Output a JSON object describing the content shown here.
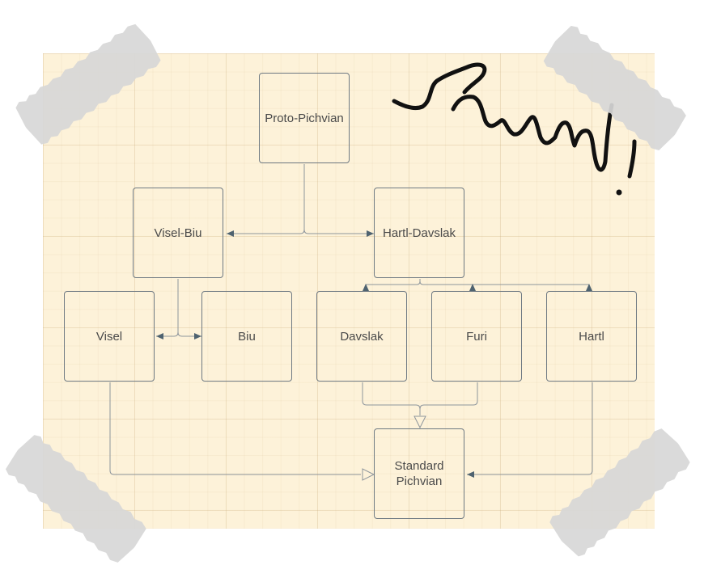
{
  "diagram": {
    "nodes": [
      {
        "id": "proto-pichvian",
        "label": "Proto-Pichvian"
      },
      {
        "id": "visel-biu",
        "label": "Visel-Biu"
      },
      {
        "id": "hartl-davslak",
        "label": "Hartl-Davslak"
      },
      {
        "id": "visel",
        "label": "Visel"
      },
      {
        "id": "biu",
        "label": "Biu"
      },
      {
        "id": "davslak",
        "label": "Davslak"
      },
      {
        "id": "furi",
        "label": "Furi"
      },
      {
        "id": "hartl",
        "label": "Hartl"
      },
      {
        "id": "standard-pichvian",
        "label": "Standard\nPichvian"
      }
    ],
    "edges": [
      {
        "from": "proto-pichvian",
        "to": "visel-biu",
        "type": "derivation"
      },
      {
        "from": "proto-pichvian",
        "to": "hartl-davslak",
        "type": "derivation"
      },
      {
        "from": "visel-biu",
        "to": "visel",
        "type": "derivation"
      },
      {
        "from": "visel-biu",
        "to": "biu",
        "type": "derivation"
      },
      {
        "from": "hartl-davslak",
        "to": "davslak",
        "type": "derivation"
      },
      {
        "from": "hartl-davslak",
        "to": "furi",
        "type": "derivation"
      },
      {
        "from": "hartl-davslak",
        "to": "hartl",
        "type": "derivation"
      },
      {
        "from": "davslak",
        "to": "standard-pichvian",
        "type": "hollow-arrow"
      },
      {
        "from": "furi",
        "to": "standard-pichvian",
        "type": "hollow-arrow"
      },
      {
        "from": "visel",
        "to": "standard-pichvian",
        "type": "hollow-arrow"
      },
      {
        "from": "hartl",
        "to": "standard-pichvian",
        "type": "derivation"
      }
    ],
    "colors": {
      "paper": "#fdf2d9",
      "line": "#8d959c",
      "arrowhead": "#4f6370",
      "node_border": "#6f7a83",
      "scribble": "#111111",
      "tape": "#d7d7d7"
    }
  },
  "decorations": {
    "tape_pieces": 4,
    "handwritten_scribble": "handwritten-signature"
  }
}
